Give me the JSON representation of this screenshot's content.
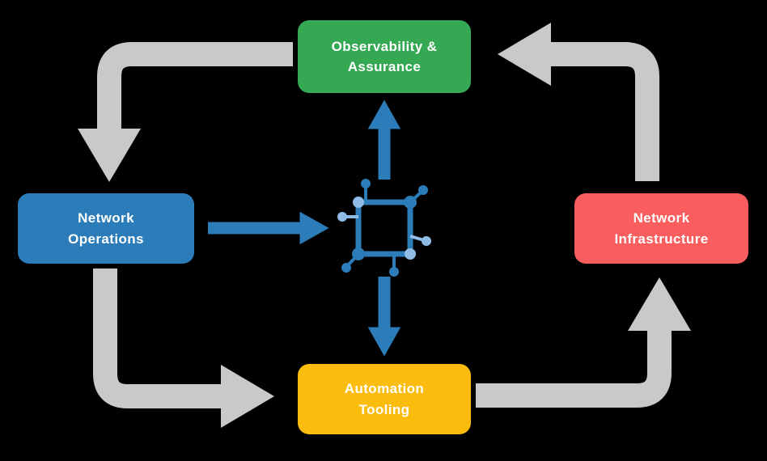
{
  "diagram": {
    "nodes": {
      "observability": {
        "line1": "Observability &",
        "line2": "Assurance",
        "color": "#34A853"
      },
      "network_operations": {
        "line1": "Network",
        "line2": "Operations",
        "color": "#2B7CB9"
      },
      "network_infrastructure": {
        "line1": "Network",
        "line2": "Infrastructure",
        "color": "#FA5D5D"
      },
      "automation_tooling": {
        "line1": "Automation",
        "line2": "Tooling",
        "color": "#FBBC0D"
      }
    },
    "colors": {
      "flow_arrow": "#C9C9C9",
      "data_arrow": "#2B7CB9",
      "icon_dark": "#2B7CB9",
      "icon_light": "#8FBCE6",
      "text": "#FFFFFF",
      "background": "#000000"
    },
    "center_icon": "network-mesh-icon",
    "flows": [
      {
        "from": "Observability & Assurance",
        "to": "Network Operations"
      },
      {
        "from": "Network Operations",
        "to": "Automation Tooling"
      },
      {
        "from": "Automation Tooling",
        "to": "Network Infrastructure"
      },
      {
        "from": "Network Infrastructure",
        "to": "Observability & Assurance"
      }
    ],
    "center_links": [
      {
        "from": "Network Operations",
        "to": "center-icon"
      },
      {
        "from": "center-icon",
        "to": "Observability & Assurance"
      },
      {
        "from": "center-icon",
        "to": "Automation Tooling"
      }
    ]
  }
}
